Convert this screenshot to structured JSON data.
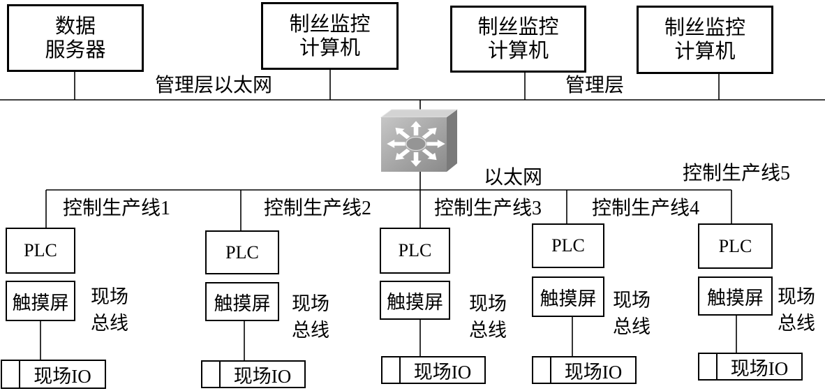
{
  "management": {
    "ethernet_label": "管理层以太网",
    "layer_label": "管理层"
  },
  "top_nodes": [
    {
      "lines": [
        "数据",
        "服务器"
      ]
    },
    {
      "lines": [
        "制丝监控",
        "计算机"
      ]
    },
    {
      "lines": [
        "制丝监控",
        "计算机"
      ]
    },
    {
      "lines": [
        "制丝监控",
        "计算机"
      ]
    }
  ],
  "switch": {
    "icon": "network-switch-icon"
  },
  "control_network": {
    "label": "以太网"
  },
  "production_lines": [
    {
      "label": "控制生产线1",
      "plc": "PLC",
      "touch_screen": "触摸屏",
      "fieldbus": [
        "现场",
        "总线"
      ],
      "field_io": "现场IO"
    },
    {
      "label": "控制生产线2",
      "plc": "PLC",
      "touch_screen": "触摸屏",
      "fieldbus": [
        "现场",
        "总线"
      ],
      "field_io": "现场IO"
    },
    {
      "label": "控制生产线3",
      "plc": "PLC",
      "touch_screen": "触摸屏",
      "fieldbus": [
        "现场",
        "总线"
      ],
      "field_io": "现场IO"
    },
    {
      "label": "控制生产线4",
      "plc": "PLC",
      "touch_screen": "触摸屏",
      "fieldbus": [
        "现场",
        "总线"
      ],
      "field_io": "现场IO"
    },
    {
      "label": "控制生产线5",
      "plc": "PLC",
      "touch_screen": "触摸屏",
      "fieldbus": [
        "现场",
        "总线"
      ],
      "field_io": "现场IO"
    }
  ],
  "colors": {
    "switch_top": "#d3d3d3",
    "switch_side": "#7a7a7a",
    "switch_front_light": "#c6c6c6",
    "switch_front_dark": "#8a8a8a",
    "switch_hub": "#959595",
    "switch_arrows": "#ffffff"
  }
}
